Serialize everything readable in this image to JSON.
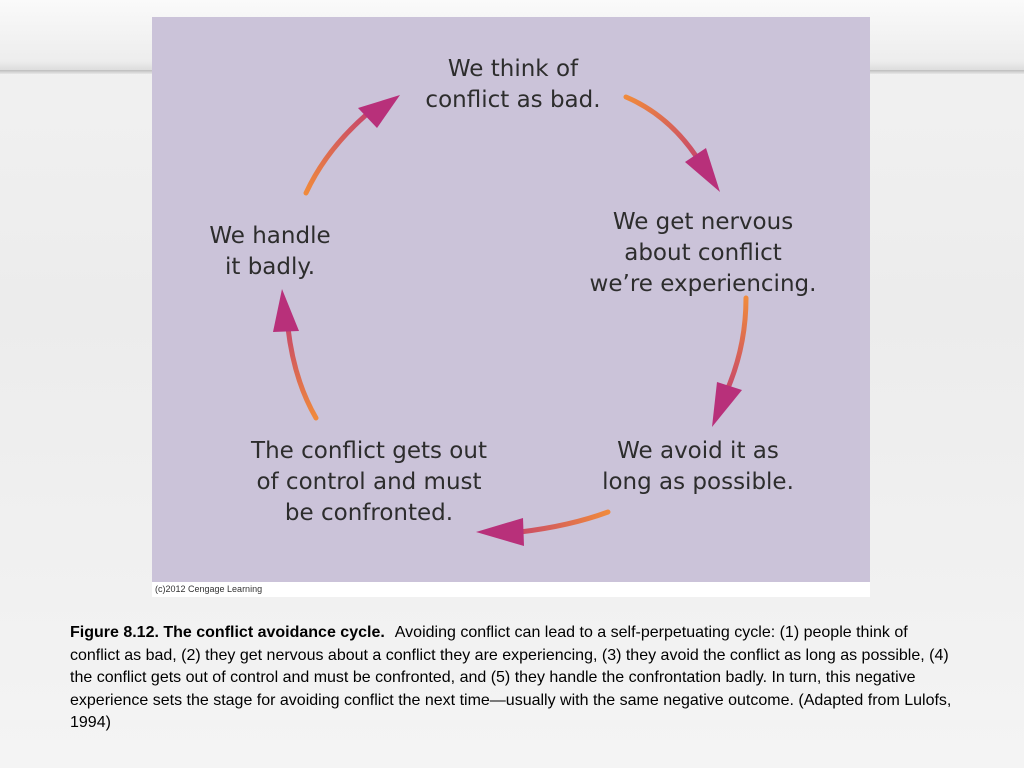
{
  "diagram": {
    "nodes": [
      {
        "id": "n1",
        "text": "We think of\nconflict as bad."
      },
      {
        "id": "n2",
        "text": "We get nervous\nabout conflict\nwe’re experiencing."
      },
      {
        "id": "n3",
        "text": "We avoid it as\nlong as possible."
      },
      {
        "id": "n4",
        "text": "The conflict gets out\nof control and must\nbe confronted."
      },
      {
        "id": "n5",
        "text": "We handle\nit badly."
      }
    ],
    "arrow_colors": {
      "start": "#f08a3c",
      "end": "#b8307a"
    }
  },
  "credit": "(c)2012 Cengage Learning",
  "caption": {
    "title": "Figure 8.12.  The conflict avoidance cycle.",
    "body": "Avoiding conflict can lead to a self-perpetuating cycle: (1) people think of conflict as bad, (2) they get nervous about a conflict they are experiencing, (3) they avoid the conflict as long as possible, (4) the conflict gets out of control and must be confronted, and (5) they handle the confrontation badly.  In turn, this negative experience sets the stage for avoiding conflict the next time—usually with the same negative outcome. (Adapted from Lulofs, 1994)"
  }
}
